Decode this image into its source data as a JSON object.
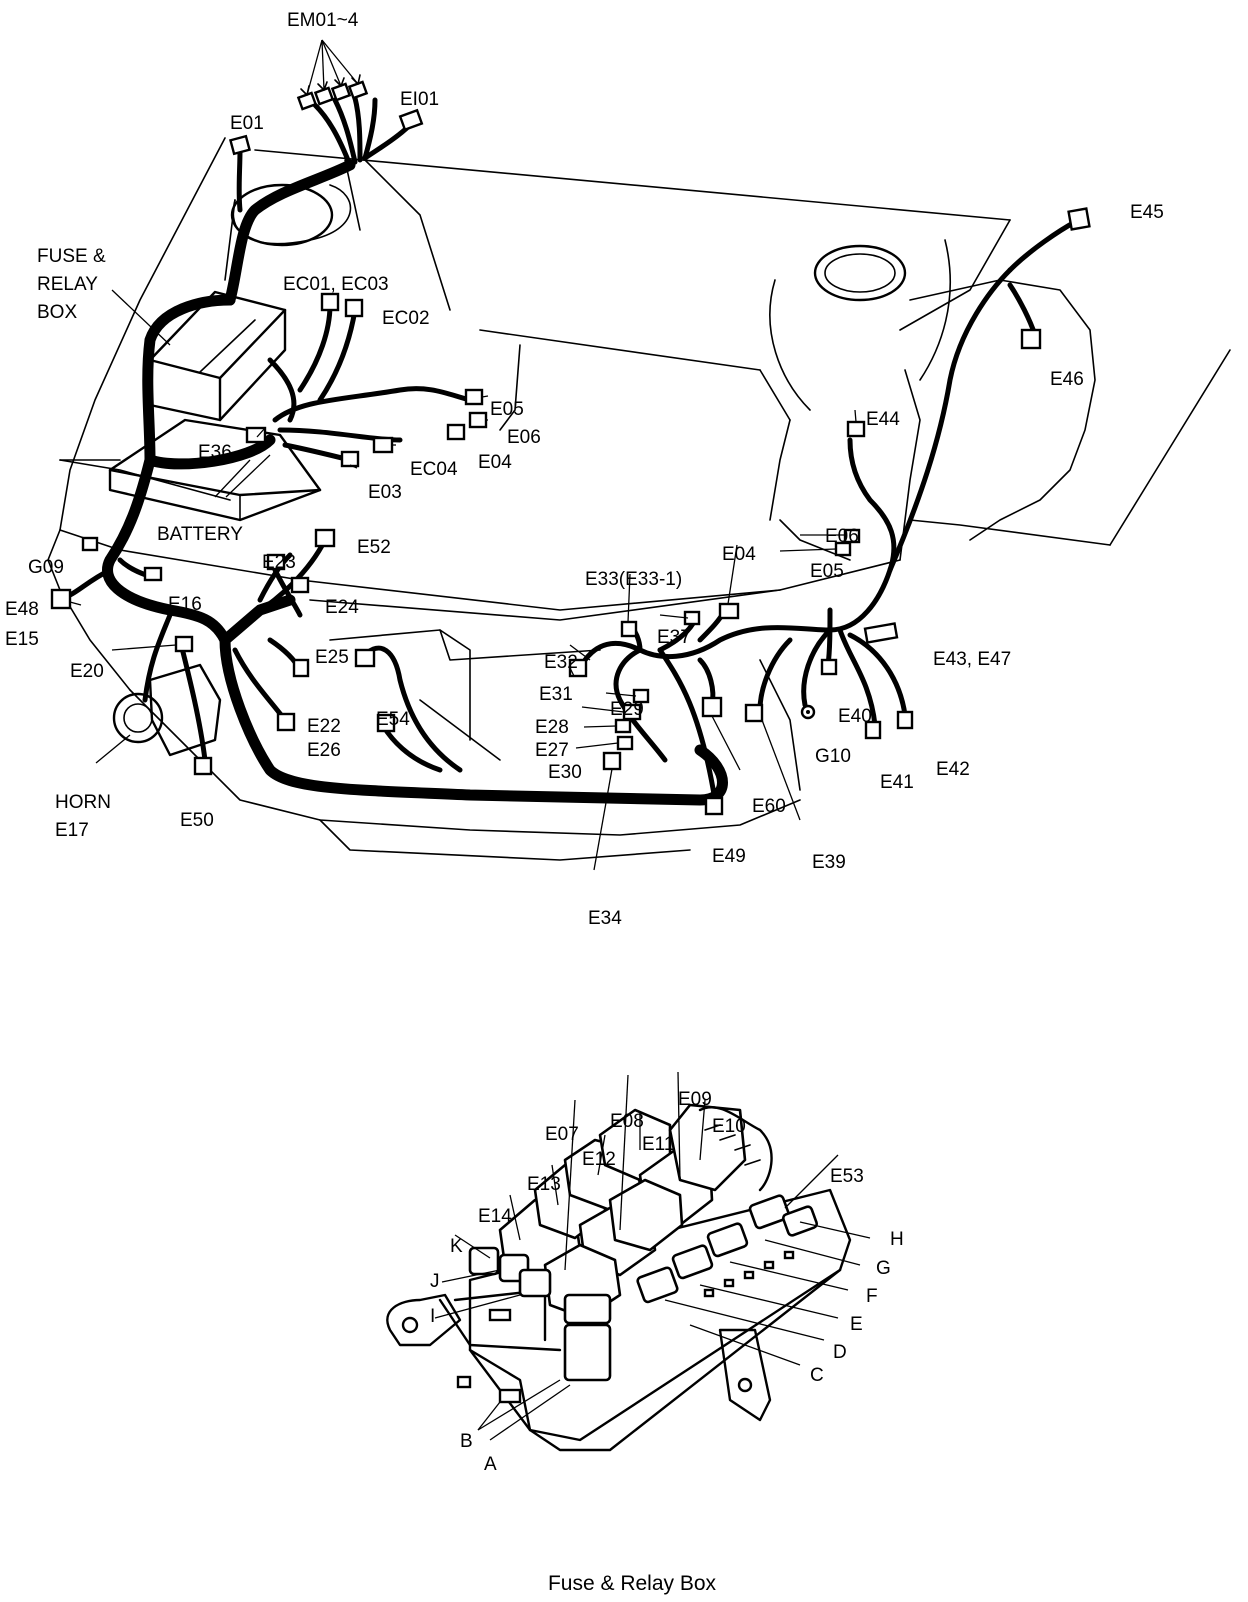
{
  "caption": "Fuse & Relay Box",
  "engine_bay_labels": {
    "em01_4": "EM01~4",
    "ei01": "EI01",
    "e01": "E01",
    "fuse_relay_box_l1": "FUSE &",
    "fuse_relay_box_l2": "RELAY",
    "fuse_relay_box_l3": "BOX",
    "ec01_ec03": "EC01, EC03",
    "ec02": "EC02",
    "e05a": "E05",
    "e06a": "E06",
    "e04a": "E04",
    "ec04": "EC04",
    "e03": "E03",
    "e36": "E36",
    "battery": "BATTERY",
    "e45": "E45",
    "e46": "E46",
    "e44": "E44",
    "e06b": "E06",
    "e05b": "E05",
    "e04b": "E04",
    "e33": "E33(E33-1)",
    "e37": "E37",
    "e32": "E32",
    "e31": "E31",
    "e29": "E29",
    "e28": "E28",
    "e27": "E27",
    "e30": "E30",
    "e34": "E34",
    "e43_e47": "E43, E47",
    "e40": "E40",
    "e41": "E41",
    "e42": "E42",
    "g10": "G10",
    "e39": "E39",
    "e60": "E60",
    "e49": "E49",
    "g09": "G09",
    "e48": "E48",
    "e15": "E15",
    "e16": "E16",
    "e23": "E23",
    "e52": "E52",
    "e24": "E24",
    "e20": "E20",
    "e25": "E25",
    "e54": "E54",
    "e22": "E22",
    "e26": "E26",
    "horn": "HORN",
    "e17": "E17",
    "e50": "E50"
  },
  "fuse_box_labels": {
    "e07": "E07",
    "e08": "E08",
    "e09": "E09",
    "e10": "E10",
    "e11": "E11",
    "e12": "E12",
    "e13": "E13",
    "e14": "E14",
    "e53": "E53",
    "k": "K",
    "j": "J",
    "i": "I",
    "h": "H",
    "g": "G",
    "f": "F",
    "e": "E",
    "d": "D",
    "c": "C",
    "b": "B",
    "a": "A"
  }
}
